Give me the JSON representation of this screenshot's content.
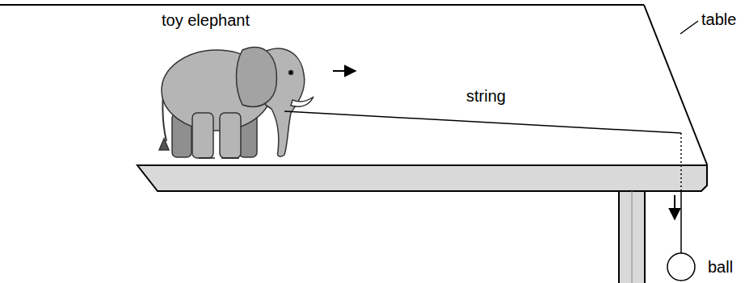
{
  "diagram": {
    "labels": [
      "toy elephant",
      "string",
      "table",
      "ball"
    ]
  }
}
